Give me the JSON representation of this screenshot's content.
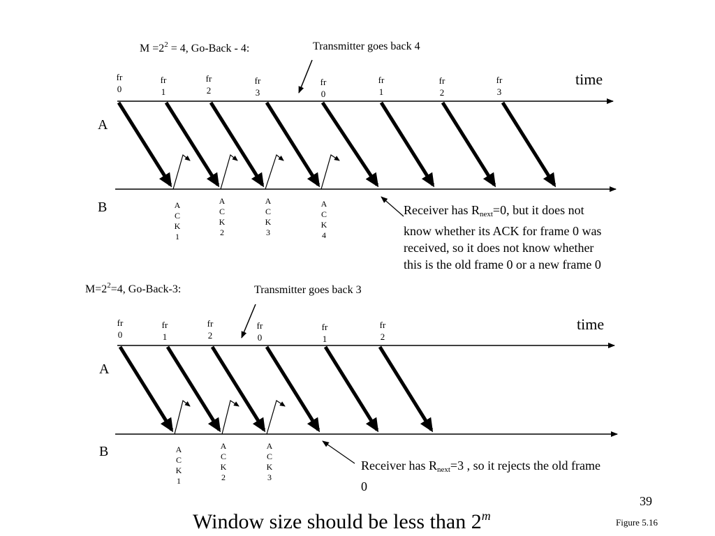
{
  "top": {
    "heading_pre": "M =2",
    "heading_sup": "2",
    "heading_post": " = 4,  Go-Back - 4:",
    "callout": "Transmitter goes back 4",
    "time_label": "time",
    "label_a": "A",
    "label_b": "B",
    "frames": [
      {
        "fr": "fr",
        "num": "0"
      },
      {
        "fr": "fr",
        "num": "1"
      },
      {
        "fr": "fr",
        "num": "2"
      },
      {
        "fr": "fr",
        "num": "3"
      },
      {
        "fr": "fr",
        "num": "0"
      },
      {
        "fr": "fr",
        "num": "1"
      },
      {
        "fr": "fr",
        "num": "2"
      },
      {
        "fr": "fr",
        "num": "3"
      }
    ],
    "acks": [
      {
        "a": "A",
        "c": "C",
        "k": "K",
        "n": "1"
      },
      {
        "a": "A",
        "c": "C",
        "k": "K",
        "n": "2"
      },
      {
        "a": "A",
        "c": "C",
        "k": "K",
        "n": "3"
      },
      {
        "a": "A",
        "c": "C",
        "k": "K",
        "n": "4"
      }
    ],
    "note_pre": "Receiver has R",
    "note_sub": "next",
    "note_post": "=0, but it  does not know whether its ACK for frame 0 was received, so it does not know whether this is the old frame 0 or a new frame 0"
  },
  "bottom": {
    "heading_pre": "M=2",
    "heading_sup": "2",
    "heading_post": "=4,  Go-Back-3:",
    "callout": "Transmitter goes back 3",
    "time_label": "time",
    "label_a": "A",
    "label_b": "B",
    "frames": [
      {
        "fr": "fr",
        "num": "0"
      },
      {
        "fr": "fr",
        "num": "1"
      },
      {
        "fr": "fr",
        "num": "2"
      },
      {
        "fr": "fr",
        "num": "0"
      },
      {
        "fr": "fr",
        "num": "1"
      },
      {
        "fr": "fr",
        "num": "2"
      }
    ],
    "acks": [
      {
        "a": "A",
        "c": "C",
        "k": "K",
        "n": "1"
      },
      {
        "a": "A",
        "c": "C",
        "k": "K",
        "n": "2"
      },
      {
        "a": "A",
        "c": "C",
        "k": "K",
        "n": "3"
      }
    ],
    "note_pre": "Receiver has R",
    "note_sub": "next",
    "note_post": "=3 , so it rejects the old frame 0"
  },
  "footer": {
    "page_number": "39",
    "figure": "Figure 5.16",
    "conclusion_pre": "Window size should be less than 2",
    "conclusion_sup": "m"
  }
}
